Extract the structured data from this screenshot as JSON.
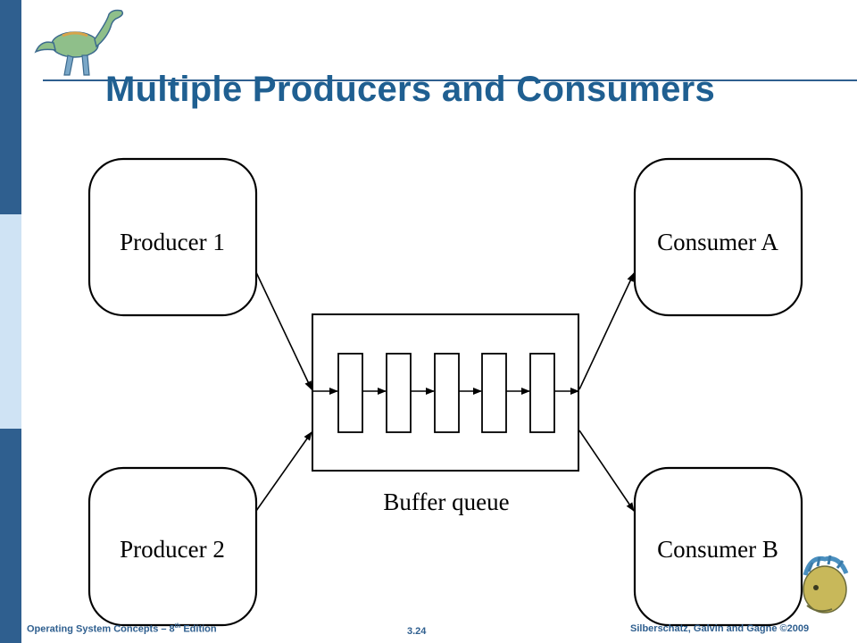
{
  "slide": {
    "title": "Multiple Producers and Consumers"
  },
  "diagram": {
    "producers": [
      "Producer 1",
      "Producer 2"
    ],
    "consumers": [
      "Consumer A",
      "Consumer B"
    ],
    "buffer_label": "Buffer queue",
    "buffer_slot_count": 5
  },
  "footer": {
    "course": "Operating System Concepts – 8",
    "edition_sup": "th",
    "edition_suffix": " Edition",
    "page": "3.24",
    "copyright": "Silberschatz, Galvin and Gagne ©2009"
  },
  "icons": {
    "top_left": "dinosaur-icon",
    "bottom_right": "dinosaur-icon"
  },
  "colors": {
    "accent": "#1f5f91",
    "sidebar_dark": "#2f5f8f",
    "sidebar_light": "#cfe3f4"
  }
}
